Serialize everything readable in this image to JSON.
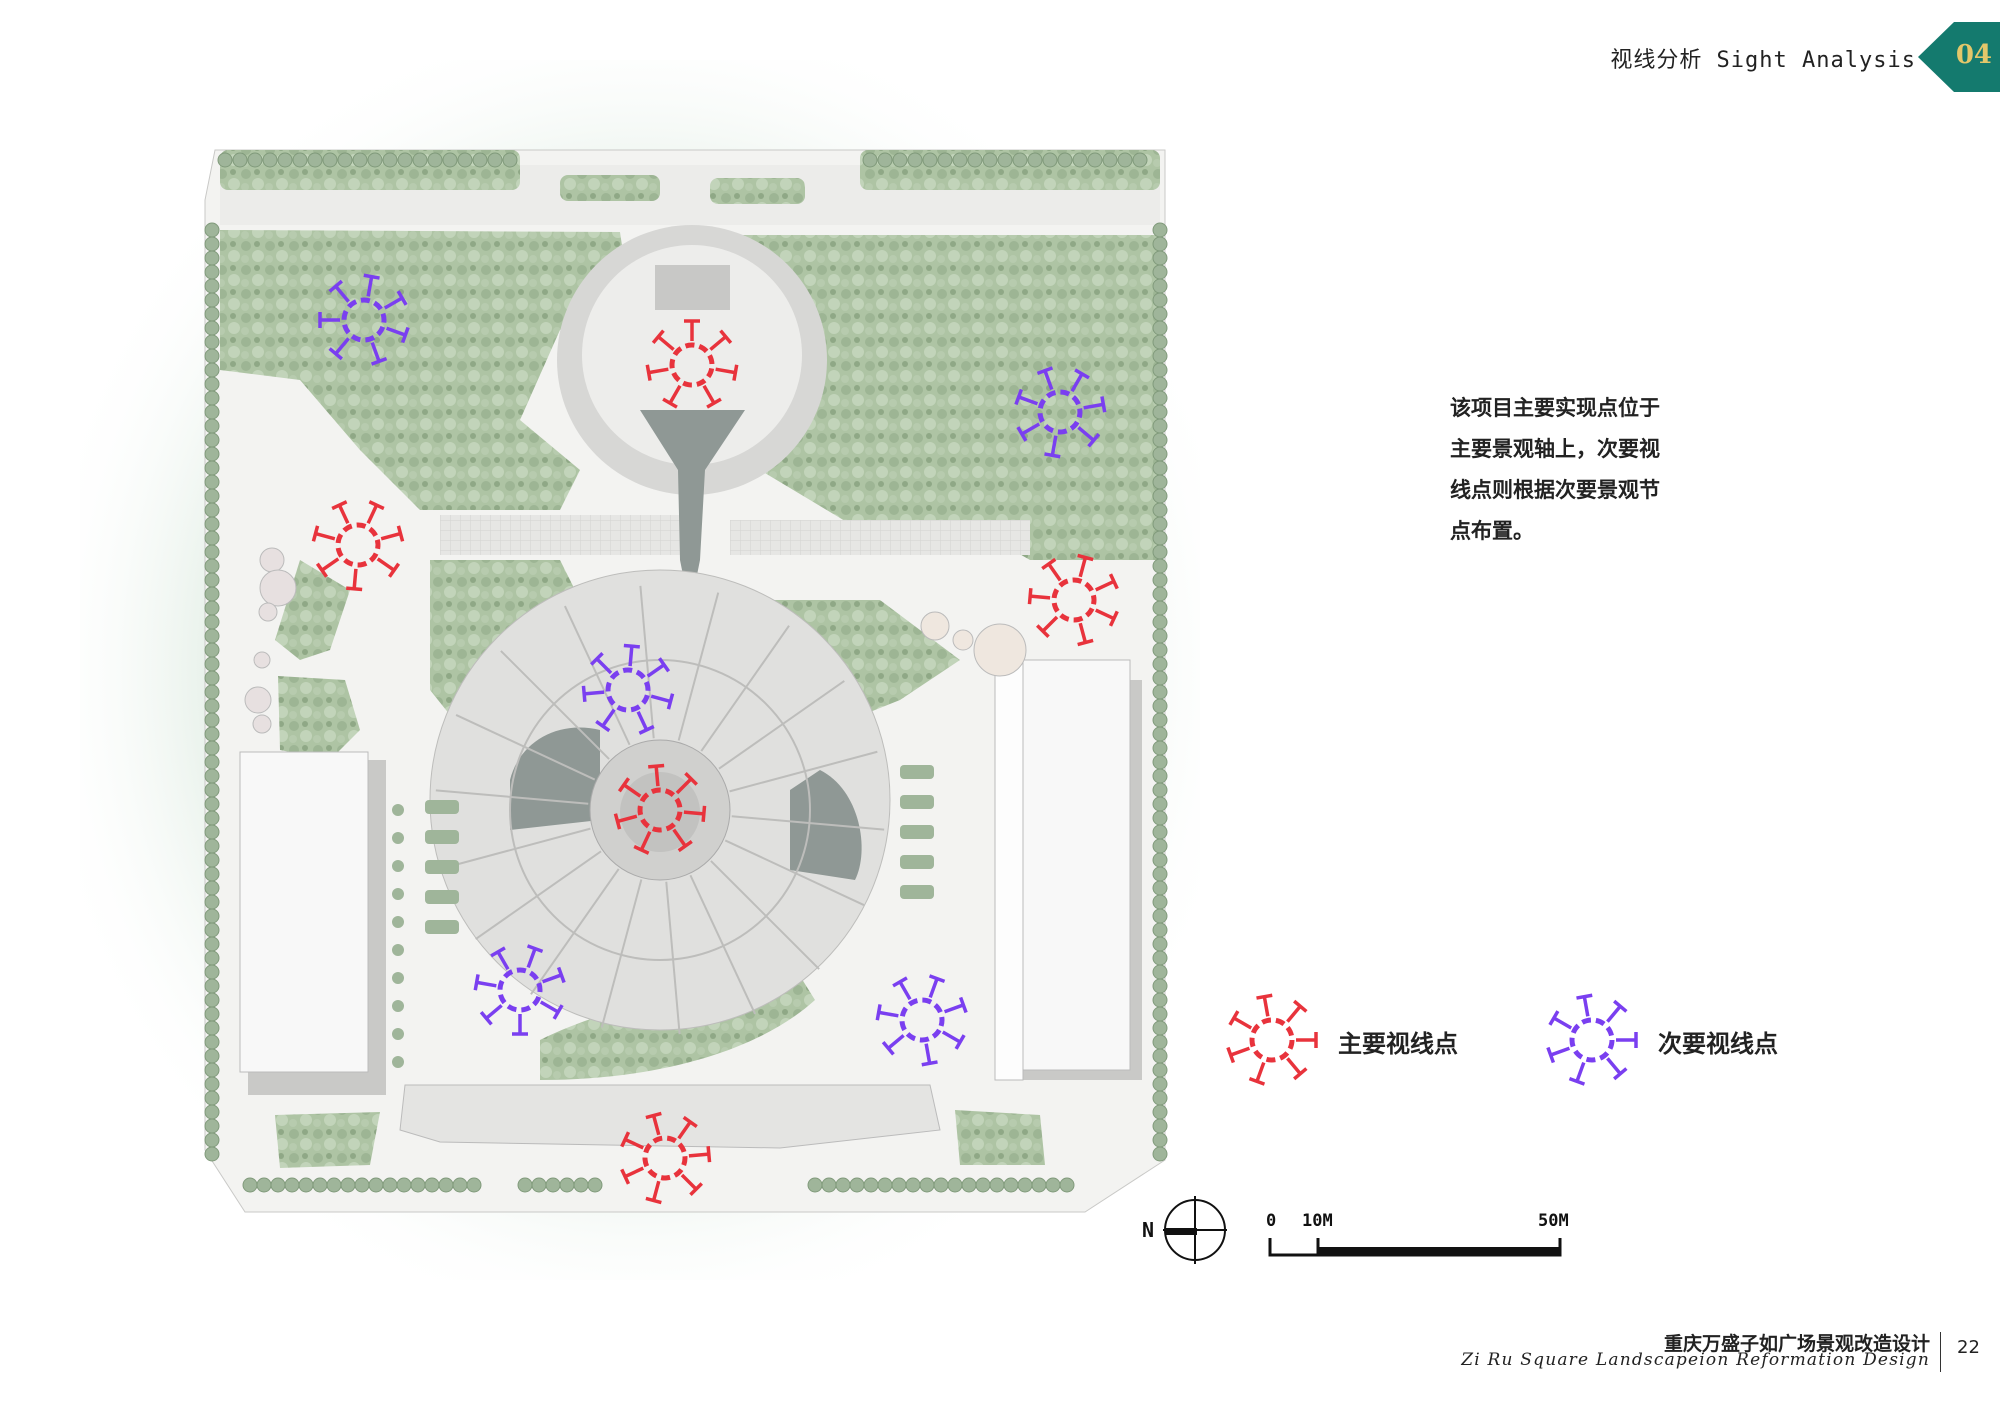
{
  "header": {
    "title": "视线分析 Sight Analysis",
    "badge_number": "04",
    "badge_color": "#147a6e"
  },
  "description": {
    "lines": [
      "该项目主要实现点位于",
      "主要景观轴上，次要视",
      "线点则根据次要景观节",
      "点布置。"
    ]
  },
  "legend": {
    "primary": {
      "label": "主要视线点",
      "color": "#e8333c"
    },
    "secondary": {
      "label": "次要视线点",
      "color": "#7a3ff0"
    }
  },
  "compass": {
    "label": "N",
    "icon": "north-arrow-icon"
  },
  "scale_bar": {
    "label_zero": "0",
    "label_mid": "10M",
    "label_end": "50M"
  },
  "footer": {
    "title_cn": "重庆万盛子如广场景观改造设计",
    "title_en": "Zi Ru Square Landscapeion Reformation Design",
    "page_number": "22"
  },
  "plan": {
    "colors": {
      "vegetation": "#aec4a4",
      "tree": "#9fb59a",
      "water": "#8f9895",
      "paving": "#e8e8e6",
      "building": "#f7f7f7",
      "glow": "#d5e6d9"
    }
  }
}
